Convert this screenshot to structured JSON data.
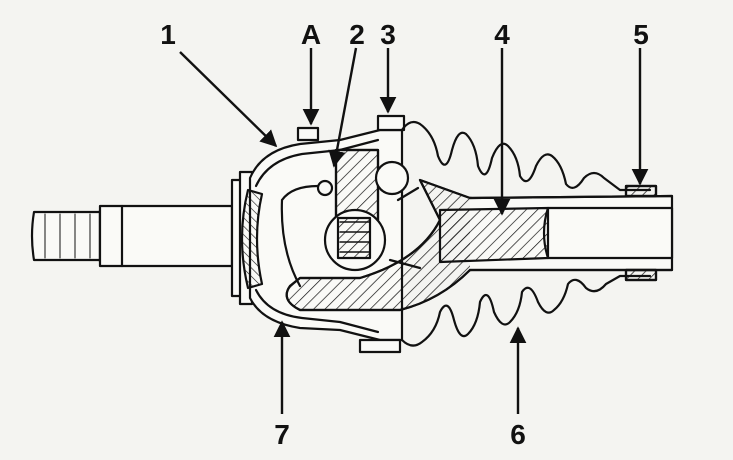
{
  "callouts": {
    "c1": "1",
    "cA": "A",
    "c2": "2",
    "c3": "3",
    "c4": "4",
    "c5": "5",
    "c6": "6",
    "c7": "7"
  },
  "colors": {
    "background": "#f4f4f1",
    "line": "#111111"
  }
}
